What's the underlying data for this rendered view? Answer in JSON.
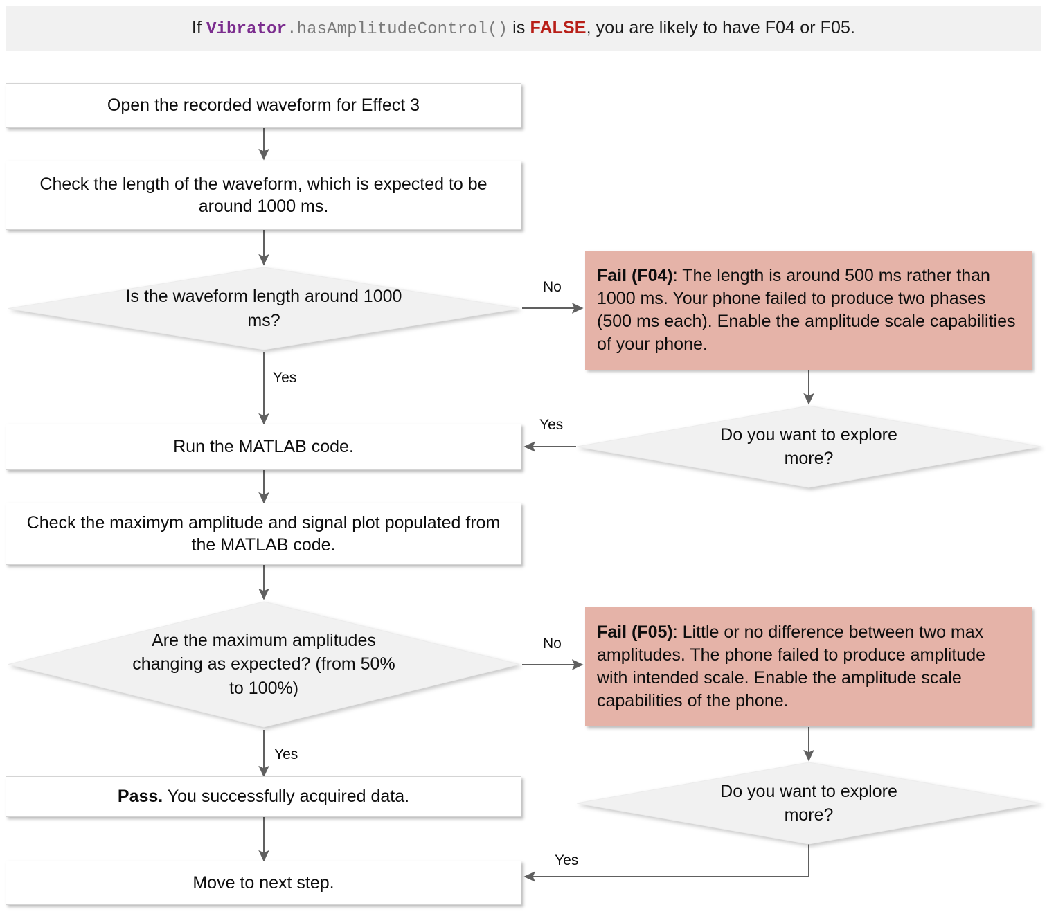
{
  "header": {
    "prefix": "If ",
    "code_class": "Vibrator",
    "code_method": ".hasAmplitudeControl()",
    "mid": " is ",
    "keyword": "FALSE",
    "suffix": ", you are likely to have F04 or F05.",
    "background": "#f1f1f1",
    "class_color": "#7b2d8e",
    "method_color": "#7a7a7a",
    "keyword_color": "#b81f18"
  },
  "colors": {
    "process_fill": "#ffffff",
    "decision_fill": "#f1f1f1",
    "fail_fill": "#e5b3a8",
    "connector": "#606060",
    "text": "#0d0d0d"
  },
  "nodes": {
    "open_waveform": "Open the recorded waveform for Effect 3",
    "check_length": "Check the length of the waveform, which is expected to be around 1000 ms.",
    "decide_length": "Is the waveform length around 1000 ms?",
    "fail_f04_bold": "Fail (F04)",
    "fail_f04_rest": ": The length is around 500 ms rather than 1000 ms. Your phone failed to produce two phases (500 ms each). Enable the amplitude scale capabilities of your phone.",
    "explore_more_top": "Do you want to explore more?",
    "run_matlab": "Run the MATLAB code.",
    "check_amplitude": "Check the maximym amplitude and signal plot populated from the MATLAB code.",
    "decide_amplitude": "Are the maximum amplitudes changing as expected? (from 50% to 100%)",
    "fail_f05_bold": "Fail (F05)",
    "fail_f05_rest": ": Little or no difference between two max amplitudes. The phone failed to produce amplitude with intended scale. Enable the amplitude scale capabilities of the phone.",
    "explore_more_bottom": "Do you want to explore more?",
    "pass_bold": "Pass.",
    "pass_rest": " You successfully acquired data.",
    "move_next": "Move to next step."
  },
  "edge_labels": {
    "no_f04": "No",
    "yes_length": "Yes",
    "yes_explore_top": "Yes",
    "no_f05": "No",
    "yes_amplitude": "Yes",
    "yes_explore_bottom": "Yes"
  },
  "chart_data": {
    "type": "table",
    "title": "Effect 3 waveform troubleshooting flowchart (F04 / F05)",
    "steps": [
      {
        "id": "S1",
        "shape": "process",
        "text": "Open the recorded waveform for Effect 3"
      },
      {
        "id": "S2",
        "shape": "process",
        "text": "Check the length of the waveform, which is expected to be around 1000 ms."
      },
      {
        "id": "D1",
        "shape": "decision",
        "text": "Is the waveform length around 1000 ms?"
      },
      {
        "id": "F04",
        "shape": "fail",
        "text": "Fail (F04): The length is around 500 ms rather than 1000 ms. Your phone failed to produce two phases (500 ms each). Enable the amplitude scale capabilities of your phone."
      },
      {
        "id": "D2",
        "shape": "decision",
        "text": "Do you want to explore more?"
      },
      {
        "id": "S3",
        "shape": "process",
        "text": "Run the MATLAB code."
      },
      {
        "id": "S4",
        "shape": "process",
        "text": "Check the maximym amplitude and signal plot populated from the MATLAB code."
      },
      {
        "id": "D3",
        "shape": "decision",
        "text": "Are the maximum amplitudes changing as expected? (from 50% to 100%)"
      },
      {
        "id": "F05",
        "shape": "fail",
        "text": "Fail (F05): Little or no difference between two max amplitudes. The phone failed to produce amplitude with intended scale. Enable the amplitude scale capabilities of the phone."
      },
      {
        "id": "D4",
        "shape": "decision",
        "text": "Do you want to explore more?"
      },
      {
        "id": "S5",
        "shape": "process",
        "text": "Pass. You successfully acquired data."
      },
      {
        "id": "S6",
        "shape": "process",
        "text": "Move to next step."
      }
    ],
    "edges": [
      {
        "from": "S1",
        "to": "S2",
        "label": ""
      },
      {
        "from": "S2",
        "to": "D1",
        "label": ""
      },
      {
        "from": "D1",
        "to": "F04",
        "label": "No"
      },
      {
        "from": "D1",
        "to": "S3",
        "label": "Yes"
      },
      {
        "from": "F04",
        "to": "D2",
        "label": ""
      },
      {
        "from": "D2",
        "to": "S3",
        "label": "Yes"
      },
      {
        "from": "S3",
        "to": "S4",
        "label": ""
      },
      {
        "from": "S4",
        "to": "D3",
        "label": ""
      },
      {
        "from": "D3",
        "to": "F05",
        "label": "No"
      },
      {
        "from": "D3",
        "to": "S5",
        "label": "Yes"
      },
      {
        "from": "F05",
        "to": "D4",
        "label": ""
      },
      {
        "from": "D4",
        "to": "S6",
        "label": "Yes"
      },
      {
        "from": "S5",
        "to": "S6",
        "label": ""
      }
    ]
  }
}
